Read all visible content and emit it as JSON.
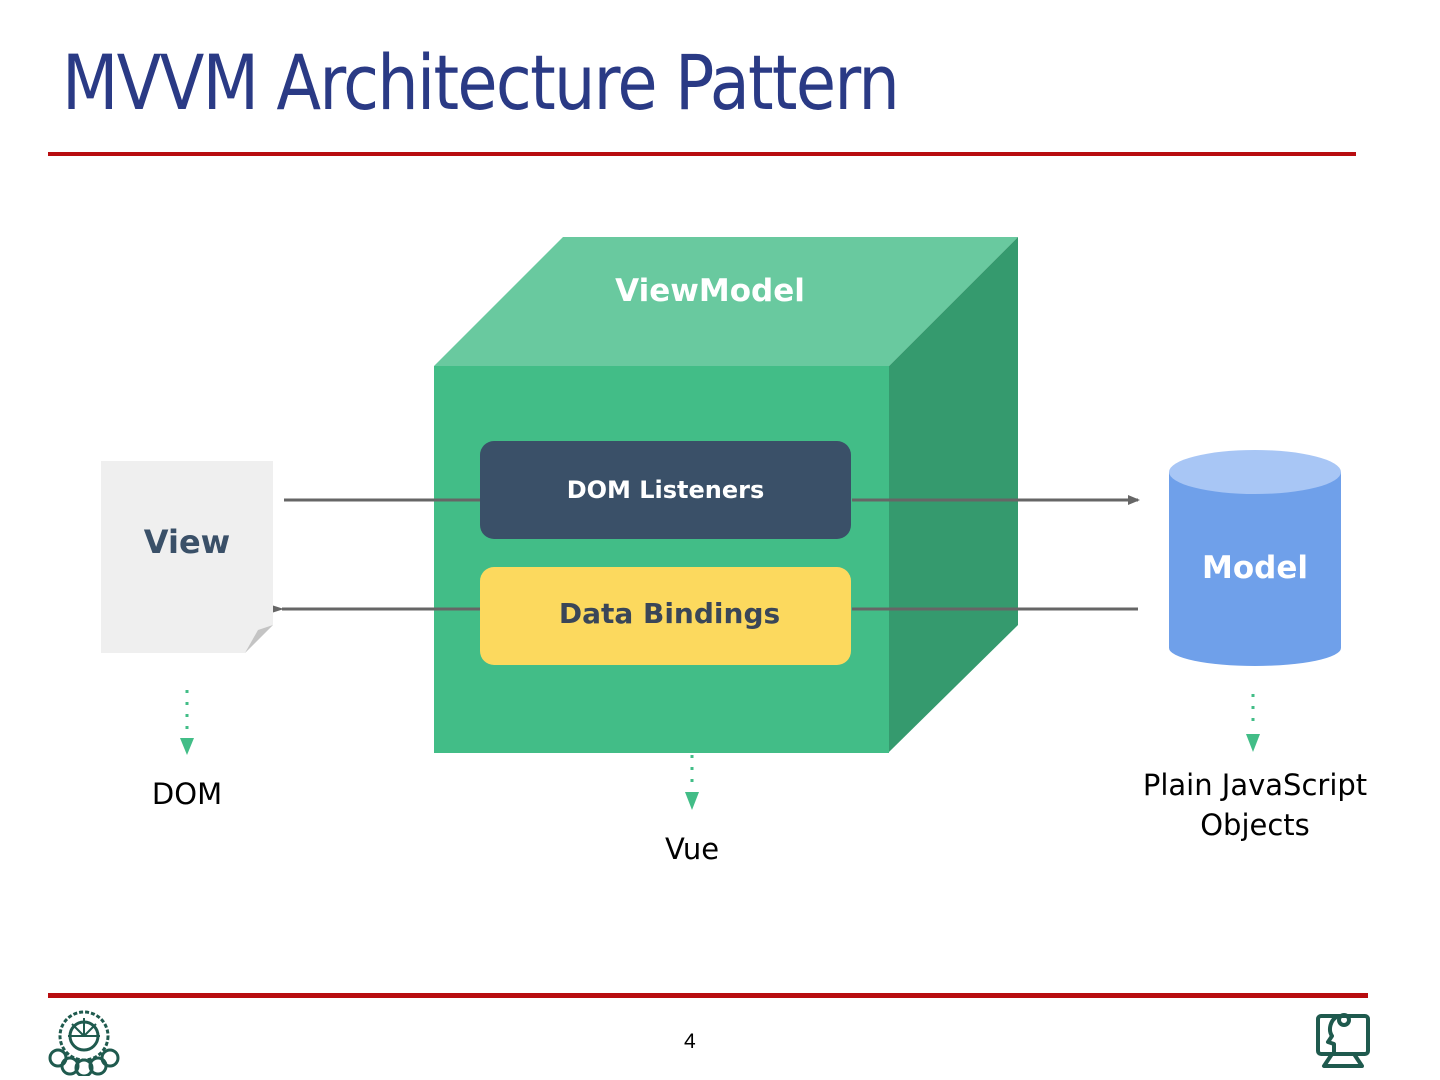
{
  "slide": {
    "title": "MVVM Architecture Pattern",
    "page_number": "4"
  },
  "diagram": {
    "viewmodel": {
      "label": "ViewModel",
      "color_front": "#42bd87",
      "color_top": "#69c99f",
      "color_side": "#359a6e"
    },
    "dom_listeners": {
      "label": "DOM Listeners",
      "color": "#3a5068"
    },
    "data_bindings": {
      "label": "Data Bindings",
      "color": "#fcd95e"
    },
    "view": {
      "label": "View",
      "color": "#efefef"
    },
    "model": {
      "label": "Model",
      "color": "#6fa0ea"
    },
    "captions": {
      "view": "DOM",
      "viewmodel": "Vue",
      "model_line1": "Plain JavaScript",
      "model_line2": "Objects"
    },
    "arrows": [
      {
        "from": "View",
        "to": "Model",
        "via": "DOM Listeners"
      },
      {
        "from": "Model",
        "to": "View",
        "via": "Data Bindings"
      }
    ]
  },
  "footer": {
    "left_logo": "university-emblem-icon",
    "right_logo": "computer-head-icon"
  }
}
